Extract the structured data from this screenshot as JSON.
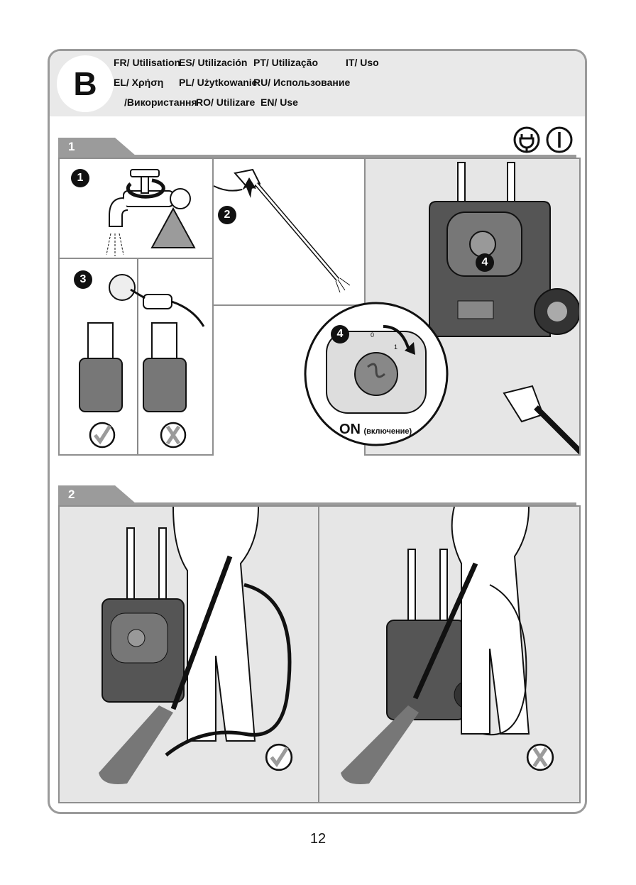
{
  "section_letter": "B",
  "languages": [
    "FR/ Utilisation",
    "ES/ Utilización",
    "PT/ Utilização",
    "IT/ Uso",
    "EL/ Χρήση",
    "PL/ Użytkowanie",
    "RU/ Использование",
    "/Використання",
    "RO/ Utilizare",
    "EN/ Use"
  ],
  "section1": {
    "label": "1",
    "steps": [
      "1",
      "2",
      "3",
      "4",
      "4"
    ],
    "switch_label": "ON",
    "switch_sub": "(включение)",
    "dial_marks": [
      "0",
      "1"
    ],
    "icons": [
      "plug-icon",
      "power-icon",
      "water-drop-warning-icon",
      "check-icon",
      "cross-icon"
    ]
  },
  "section2": {
    "label": "2",
    "icons": [
      "check-icon",
      "cross-icon"
    ]
  },
  "page_number": "12"
}
